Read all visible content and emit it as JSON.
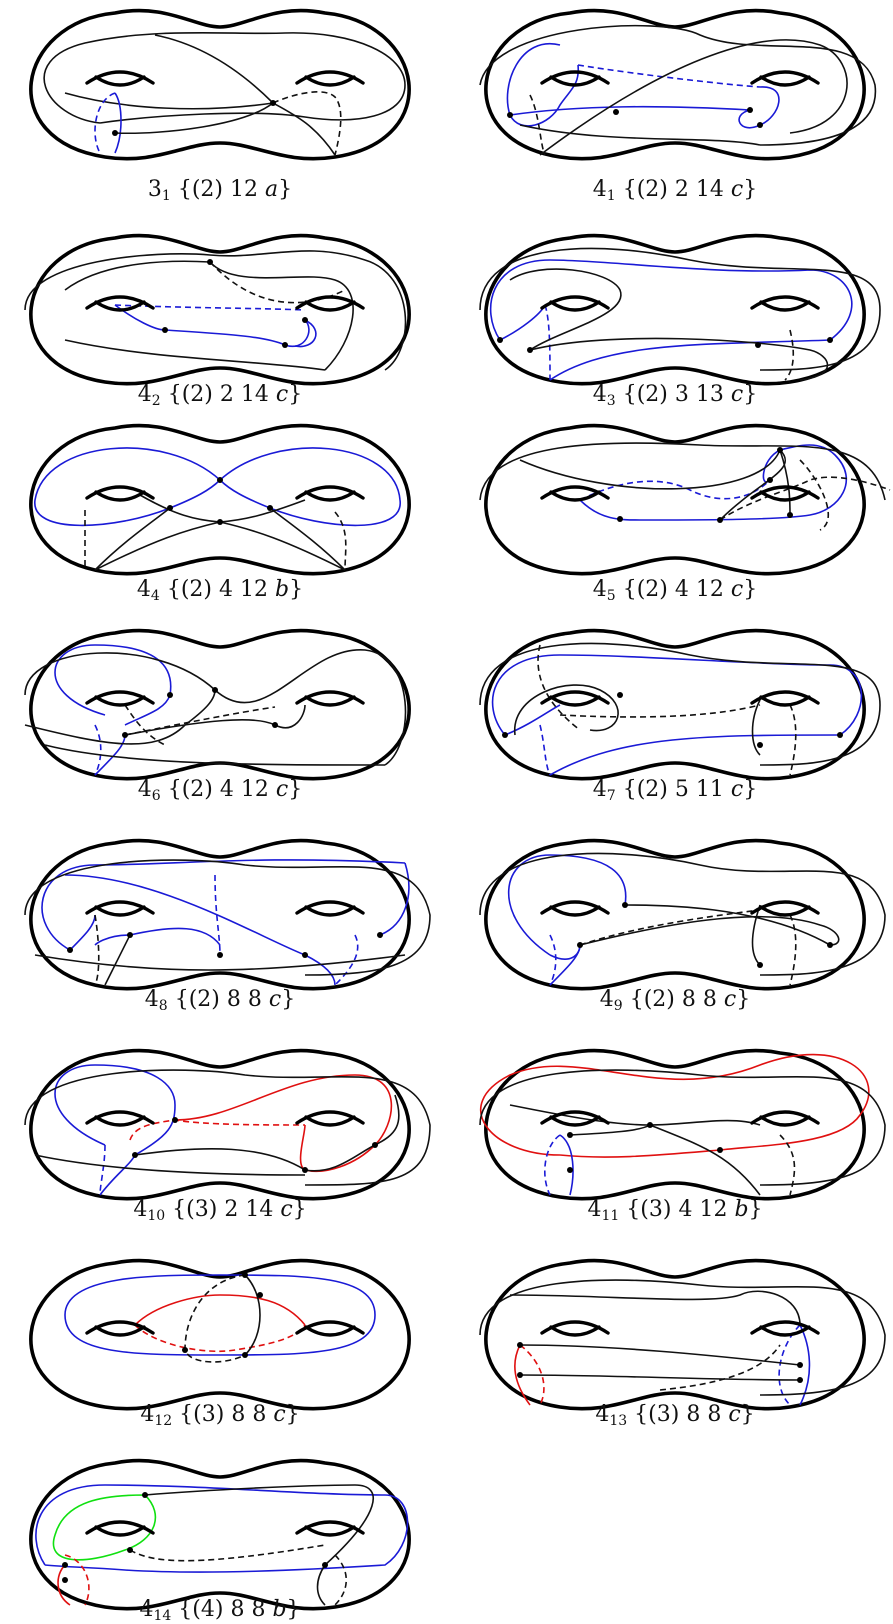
{
  "colors": {
    "curve_black": "#111111",
    "curve_blue": "#1a1ad6",
    "curve_red": "#e01010",
    "curve_green": "#10e010"
  },
  "figures": [
    {
      "id": "3-1",
      "num": "3",
      "sub": "1",
      "mid": "{(2) 12 ",
      "var": "a",
      "end": "}"
    },
    {
      "id": "4-1",
      "num": "4",
      "sub": "1",
      "mid": "{(2) 2 14 ",
      "var": "c",
      "end": "}"
    },
    {
      "id": "4-2",
      "num": "4",
      "sub": "2",
      "mid": "{(2) 2 14 ",
      "var": "c",
      "end": "}"
    },
    {
      "id": "4-3",
      "num": "4",
      "sub": "3",
      "mid": "{(2) 3 13 ",
      "var": "c",
      "end": "}"
    },
    {
      "id": "4-4",
      "num": "4",
      "sub": "4",
      "mid": "{(2) 4 12 ",
      "var": "b",
      "end": "}"
    },
    {
      "id": "4-5",
      "num": "4",
      "sub": "5",
      "mid": "{(2) 4 12 ",
      "var": "c",
      "end": "}"
    },
    {
      "id": "4-6",
      "num": "4",
      "sub": "6",
      "mid": "{(2) 4 12 ",
      "var": "c",
      "end": "}"
    },
    {
      "id": "4-7",
      "num": "4",
      "sub": "7",
      "mid": "{(2) 5 11 ",
      "var": "c",
      "end": "}"
    },
    {
      "id": "4-8",
      "num": "4",
      "sub": "8",
      "mid": "{(2) 8 8 ",
      "var": "c",
      "end": "}"
    },
    {
      "id": "4-9",
      "num": "4",
      "sub": "9",
      "mid": "{(2) 8 8 ",
      "var": "c",
      "end": "}"
    },
    {
      "id": "4-10",
      "num": "4",
      "sub": "10",
      "mid": "{(3) 2 14 ",
      "var": "c",
      "end": "}"
    },
    {
      "id": "4-11",
      "num": "4",
      "sub": "11",
      "mid": "{(3) 4 12 ",
      "var": "b",
      "end": "}"
    },
    {
      "id": "4-12",
      "num": "4",
      "sub": "12",
      "mid": "{(3) 8 8 ",
      "var": "c",
      "end": "}"
    },
    {
      "id": "4-13",
      "num": "4",
      "sub": "13",
      "mid": "{(3) 8 8 ",
      "var": "c",
      "end": "}"
    },
    {
      "id": "4-14",
      "num": "4",
      "sub": "14",
      "mid": "{(4) 8 8 ",
      "var": "b",
      "end": "}"
    }
  ]
}
